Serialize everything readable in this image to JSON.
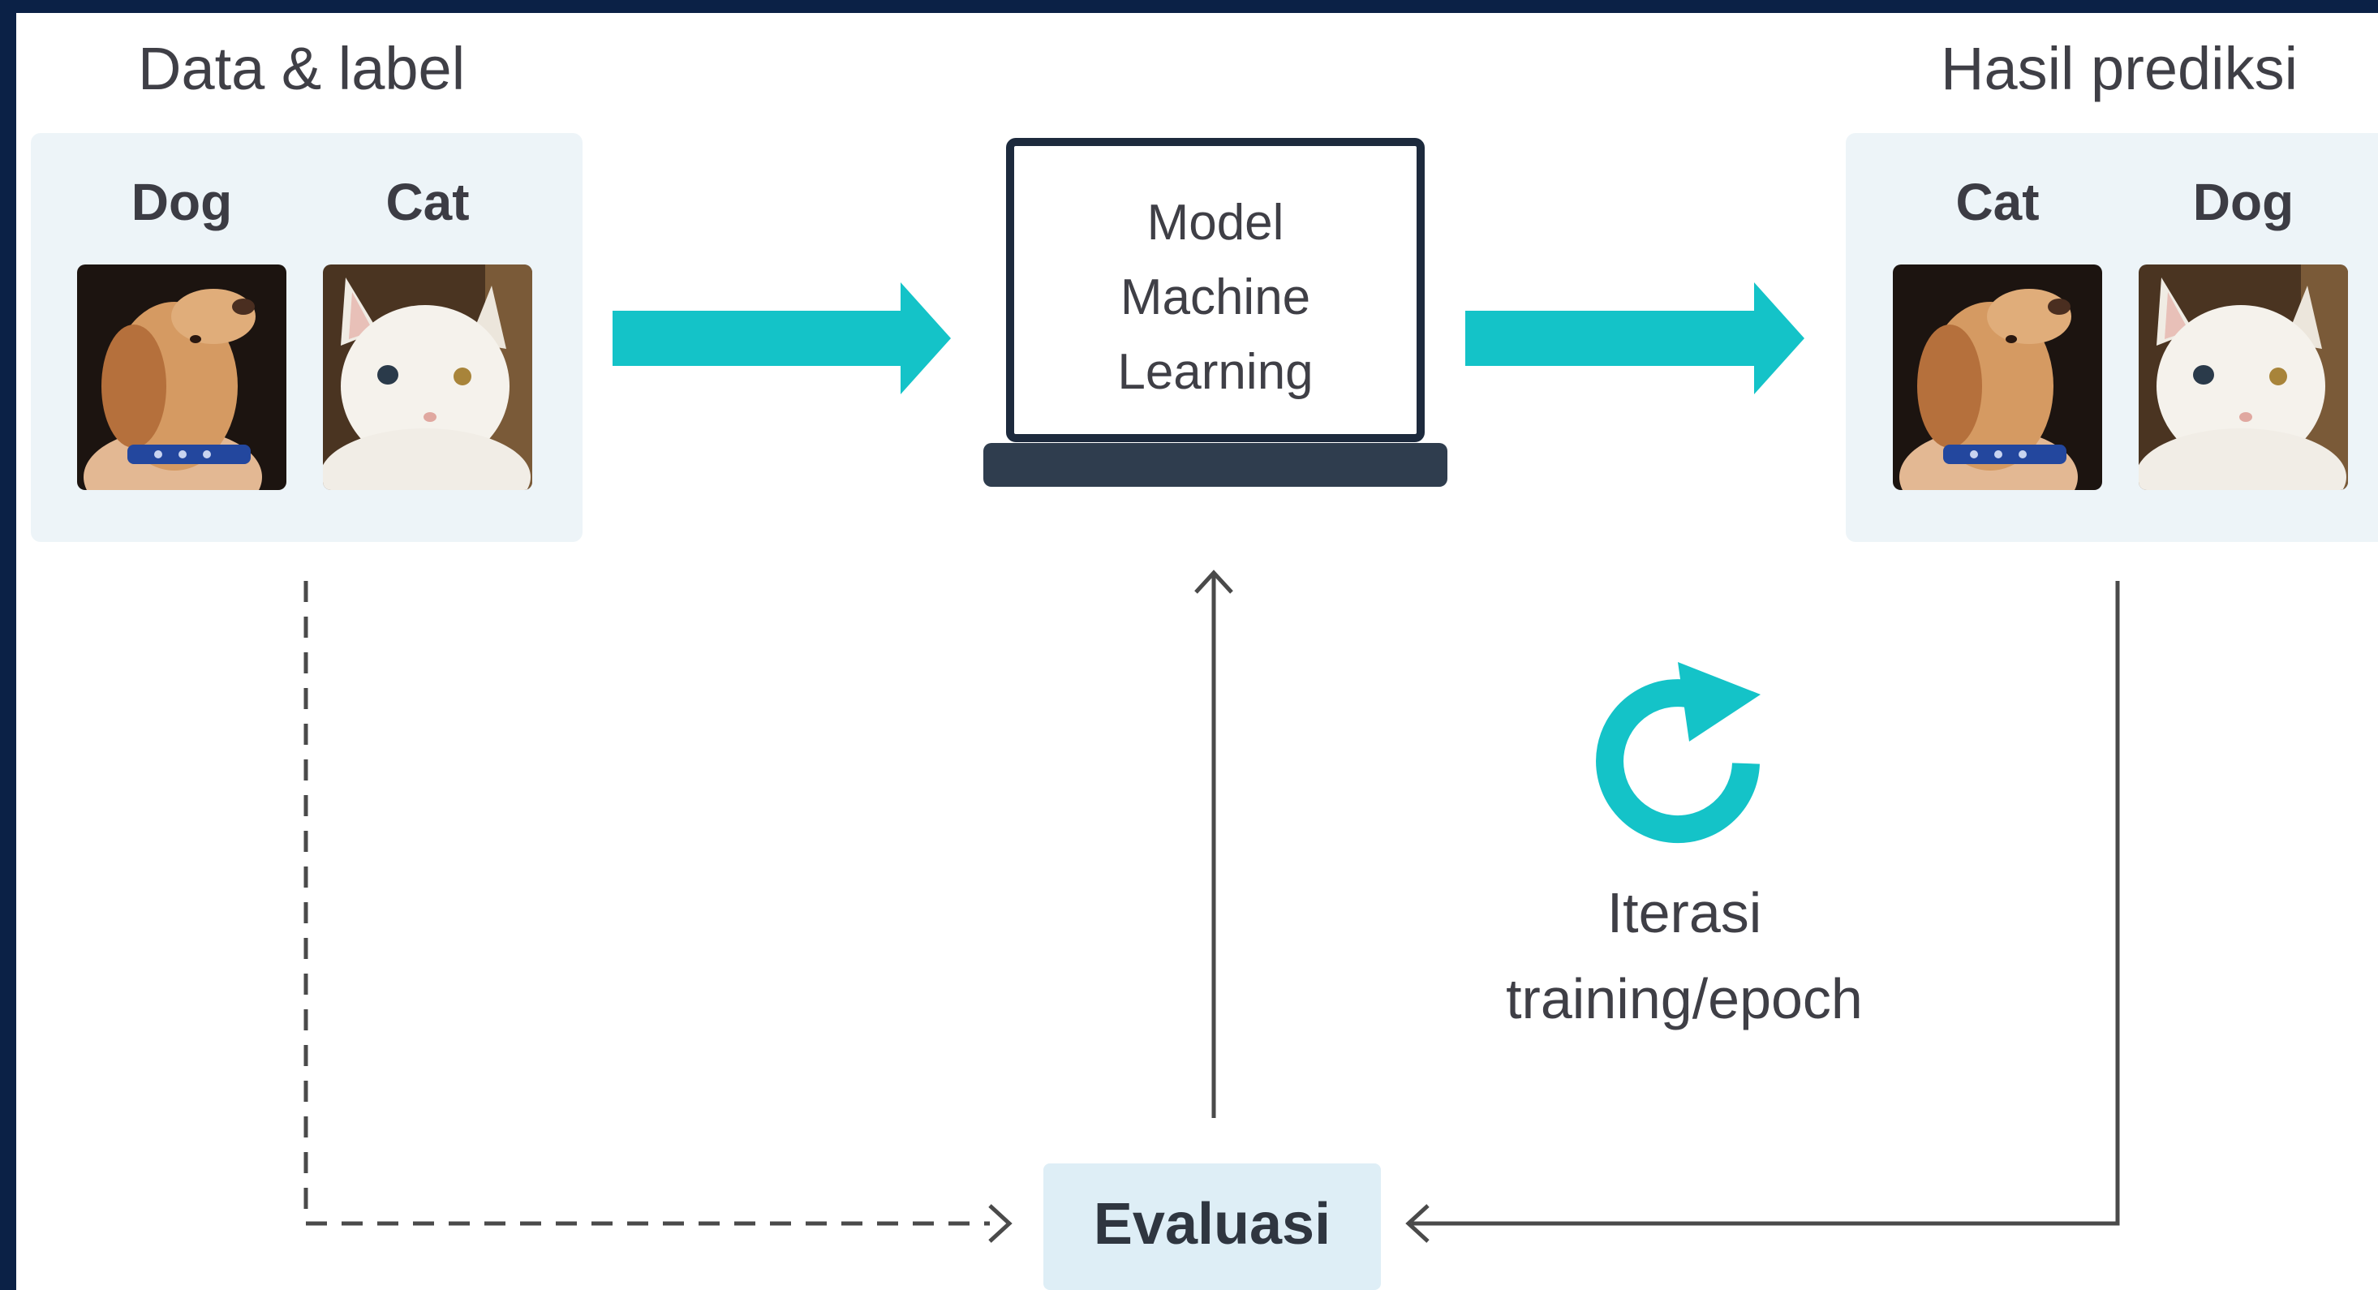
{
  "diagram": {
    "input": {
      "title": "Data & label",
      "items": [
        {
          "label": "Dog",
          "image": "dog-photo"
        },
        {
          "label": "Cat",
          "image": "cat-photo"
        }
      ]
    },
    "model": {
      "lines": [
        "Model",
        "Machine",
        "Learning"
      ],
      "device": "laptop"
    },
    "output": {
      "title": "Hasil prediksi",
      "items": [
        {
          "label": "Cat",
          "image": "dog-photo"
        },
        {
          "label": "Dog",
          "image": "cat-photo"
        }
      ]
    },
    "iteration": {
      "lines": [
        "Iterasi",
        "training/epoch"
      ],
      "icon": "refresh-icon"
    },
    "evaluation": {
      "label": "Evaluasi"
    }
  },
  "colors": {
    "frame": "#0b2146",
    "accent": "#14c3c8",
    "panel": "#edf4f8",
    "evaluation_box": "#deeef6",
    "connector": "#4a4a4a",
    "laptop": "#1d2a3d"
  }
}
